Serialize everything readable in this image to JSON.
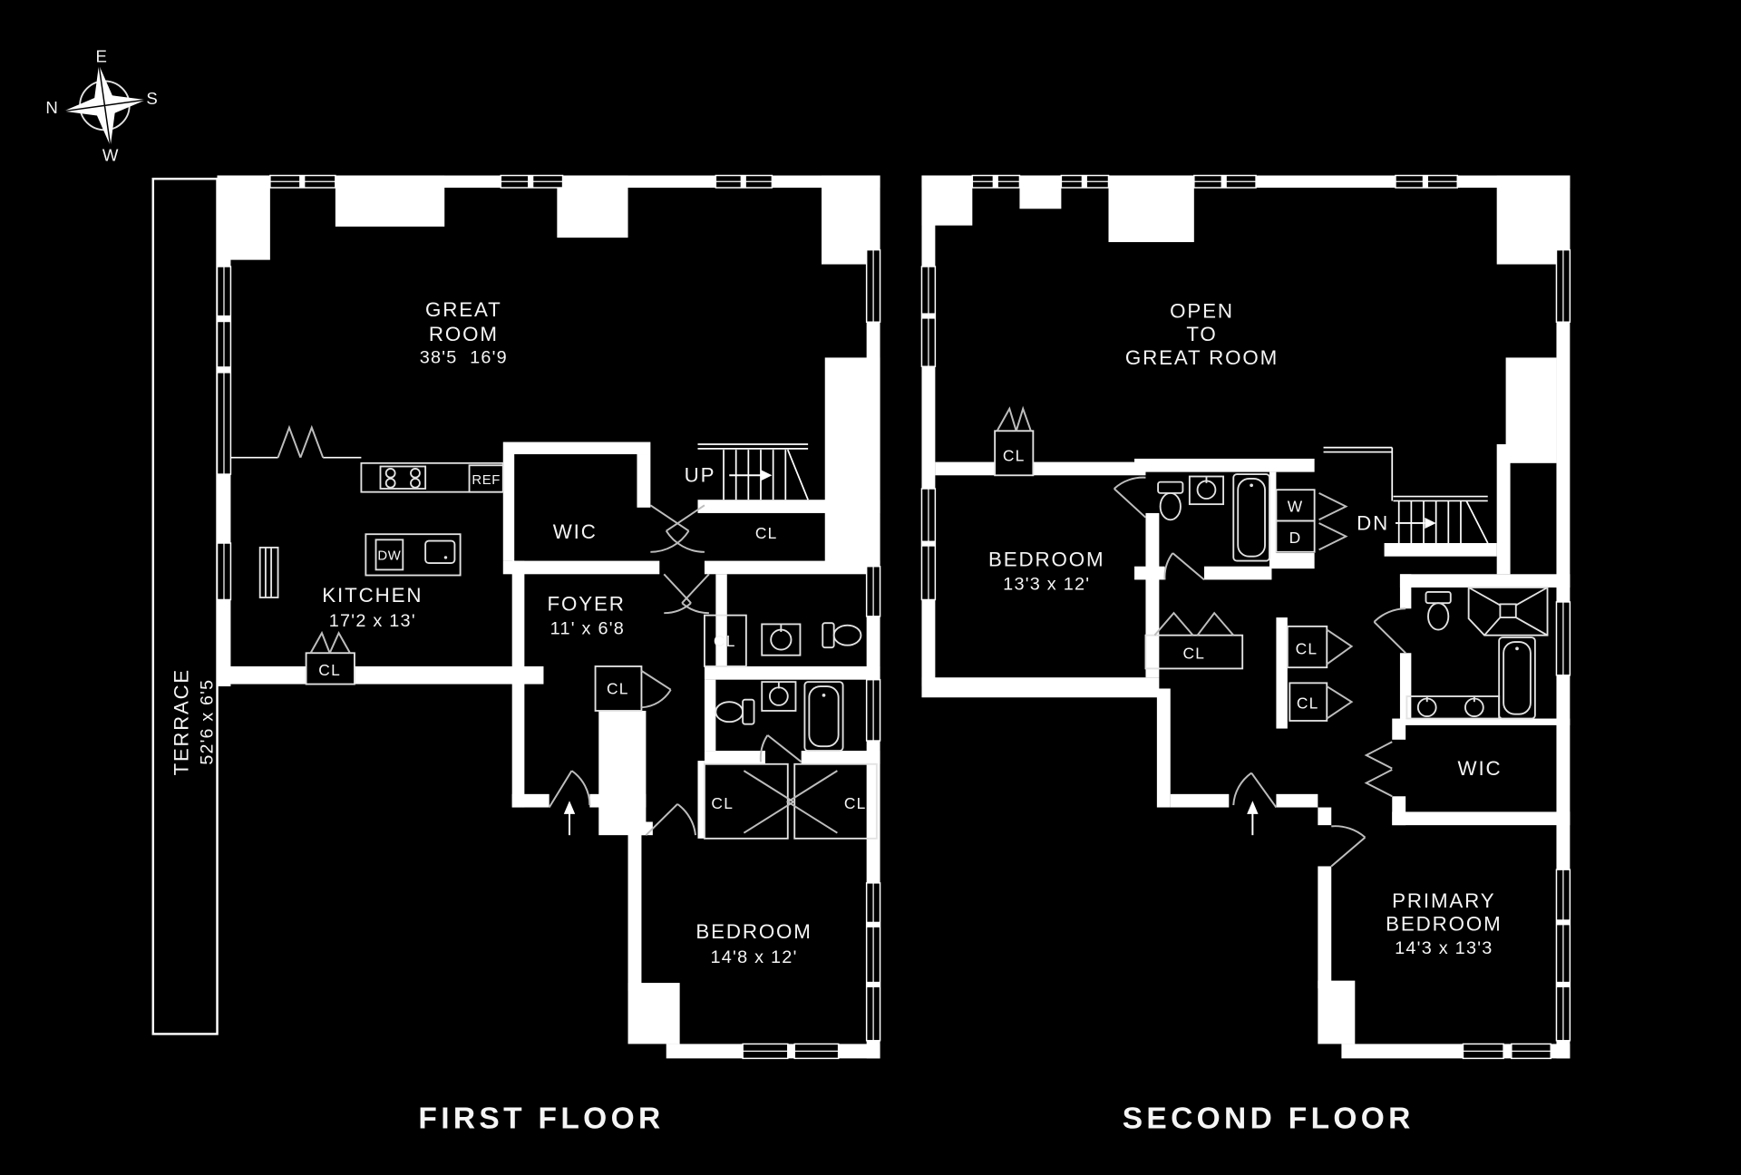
{
  "compass": {
    "north": "N",
    "east": "E",
    "south": "S",
    "west": "W"
  },
  "floors": {
    "first": {
      "caption": "FIRST FLOOR",
      "terrace": {
        "name": "TERRACE",
        "dims": "52'6 x 6'5"
      },
      "great_room": {
        "line1": "GREAT",
        "line2": "ROOM",
        "dims": "38'5  16'9"
      },
      "kitchen": {
        "name": "KITCHEN",
        "dims": "17'2 x 13'"
      },
      "foyer": {
        "name": "FOYER",
        "dims": "11' x 6'8"
      },
      "bedroom": {
        "name": "BEDROOM",
        "dims": "14'8 x 12'"
      },
      "wic": "WIC",
      "up": "UP",
      "ref": "REF",
      "dw": "DW",
      "closets": [
        "CL",
        "CL",
        "CL",
        "CL",
        "CL",
        "CL"
      ]
    },
    "second": {
      "caption": "SECOND FLOOR",
      "open_to": {
        "line1": "OPEN",
        "line2": "TO",
        "line3": "GREAT ROOM"
      },
      "bedroom": {
        "name": "BEDROOM",
        "dims": "13'3 x 12'"
      },
      "primary_bedroom": {
        "line1": "PRIMARY",
        "line2": "BEDROOM",
        "dims": "14'3 x 13'3"
      },
      "wic": "WIC",
      "dn": "DN",
      "washer": "W",
      "dryer": "D",
      "closets": [
        "CL",
        "CL",
        "CL",
        "CL"
      ]
    }
  },
  "colors": {
    "background": "#000000",
    "walls": "#ffffff",
    "fixtures": "#e2e2e2",
    "doors": "#bdbdbd"
  }
}
